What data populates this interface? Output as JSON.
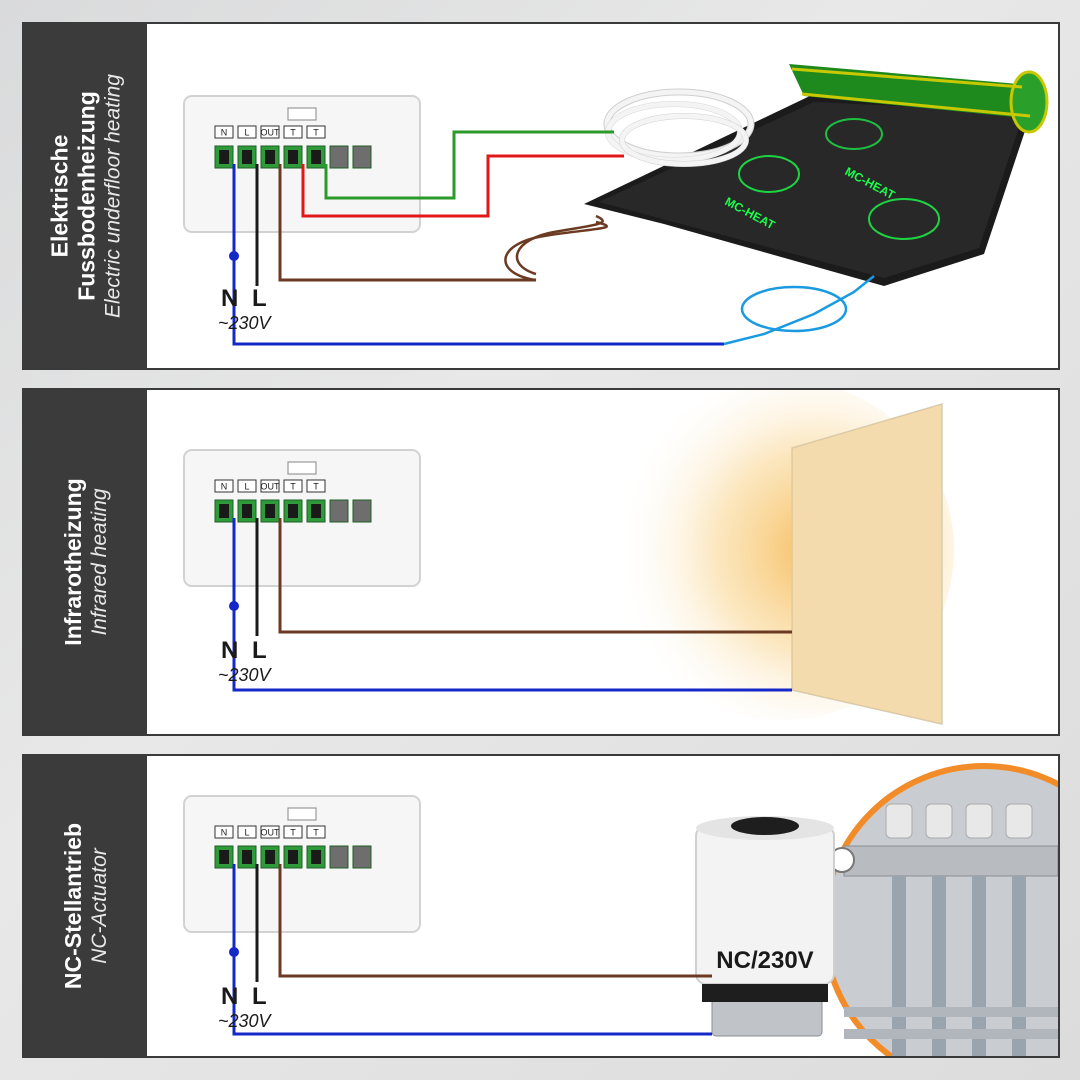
{
  "sections": [
    {
      "id": "floor",
      "title_de_line1": "Elektrische",
      "title_de_line2": "Fussbodenheizung",
      "title_en": "Electric underfloor heating"
    },
    {
      "id": "infrared",
      "title_de_line1": "Infrarotheizung",
      "title_en": "Infrared heating"
    },
    {
      "id": "actuator",
      "title_de_line1": "NC-Stellantrieb",
      "title_en": "NC-Actuator"
    }
  ],
  "terminals": [
    "N",
    "L",
    "OUT",
    "T",
    "T"
  ],
  "supply": {
    "n_label": "N",
    "l_label": "L",
    "voltage": "~230V"
  },
  "actuator_label": "NC/230V",
  "mat_brand": "MC-HEAT",
  "colors": {
    "neutral": "#1428c8",
    "live": "#1a1a1a",
    "out": "#6b3a22",
    "sensor_green": "#2a9a2a",
    "sensor_red": "#e01818",
    "side_bg": "#3b3b3b",
    "mat_green": "#1e8a1e",
    "highlight_orange": "#f28c28"
  }
}
